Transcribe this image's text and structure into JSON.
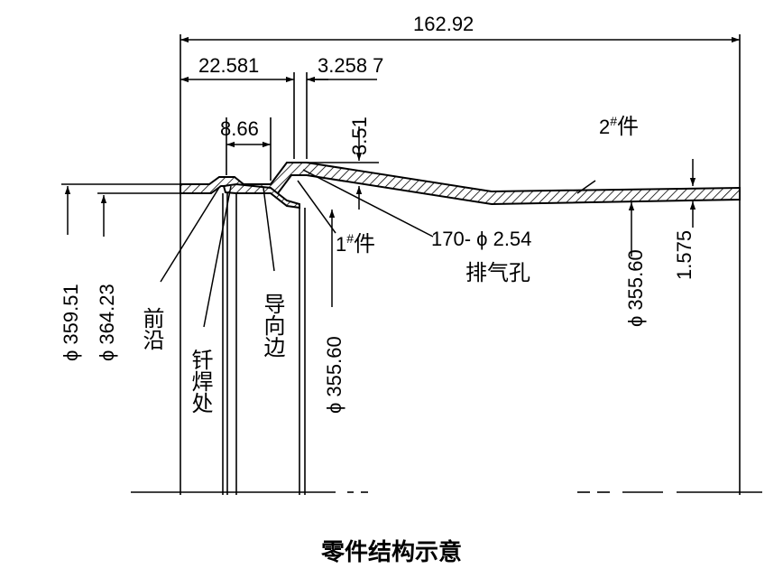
{
  "dimensions": {
    "overall_length": "162.92",
    "front_to_joint": "22.581",
    "step_width": "3.258 7",
    "guide_width": "8.66",
    "raise_height": "3.51",
    "wall_thickness": "1.575",
    "dia_359": "ϕ 359.51",
    "dia_364": "ϕ 364.23",
    "dia_inner_part1": "ϕ 355.60",
    "dia_inner_part2": "ϕ 355.60",
    "holes_top": "170- ϕ 2.54"
  },
  "labels": {
    "part2": "2",
    "part2_suffix": "件",
    "part1": "1",
    "part1_suffix": "件",
    "part_mark": "#",
    "holes_bottom": "排气孔",
    "front_edge": "前沿",
    "brazed_joint": "钎焊处",
    "guide_edge": "导向边"
  },
  "caption": "零件结构示意"
}
